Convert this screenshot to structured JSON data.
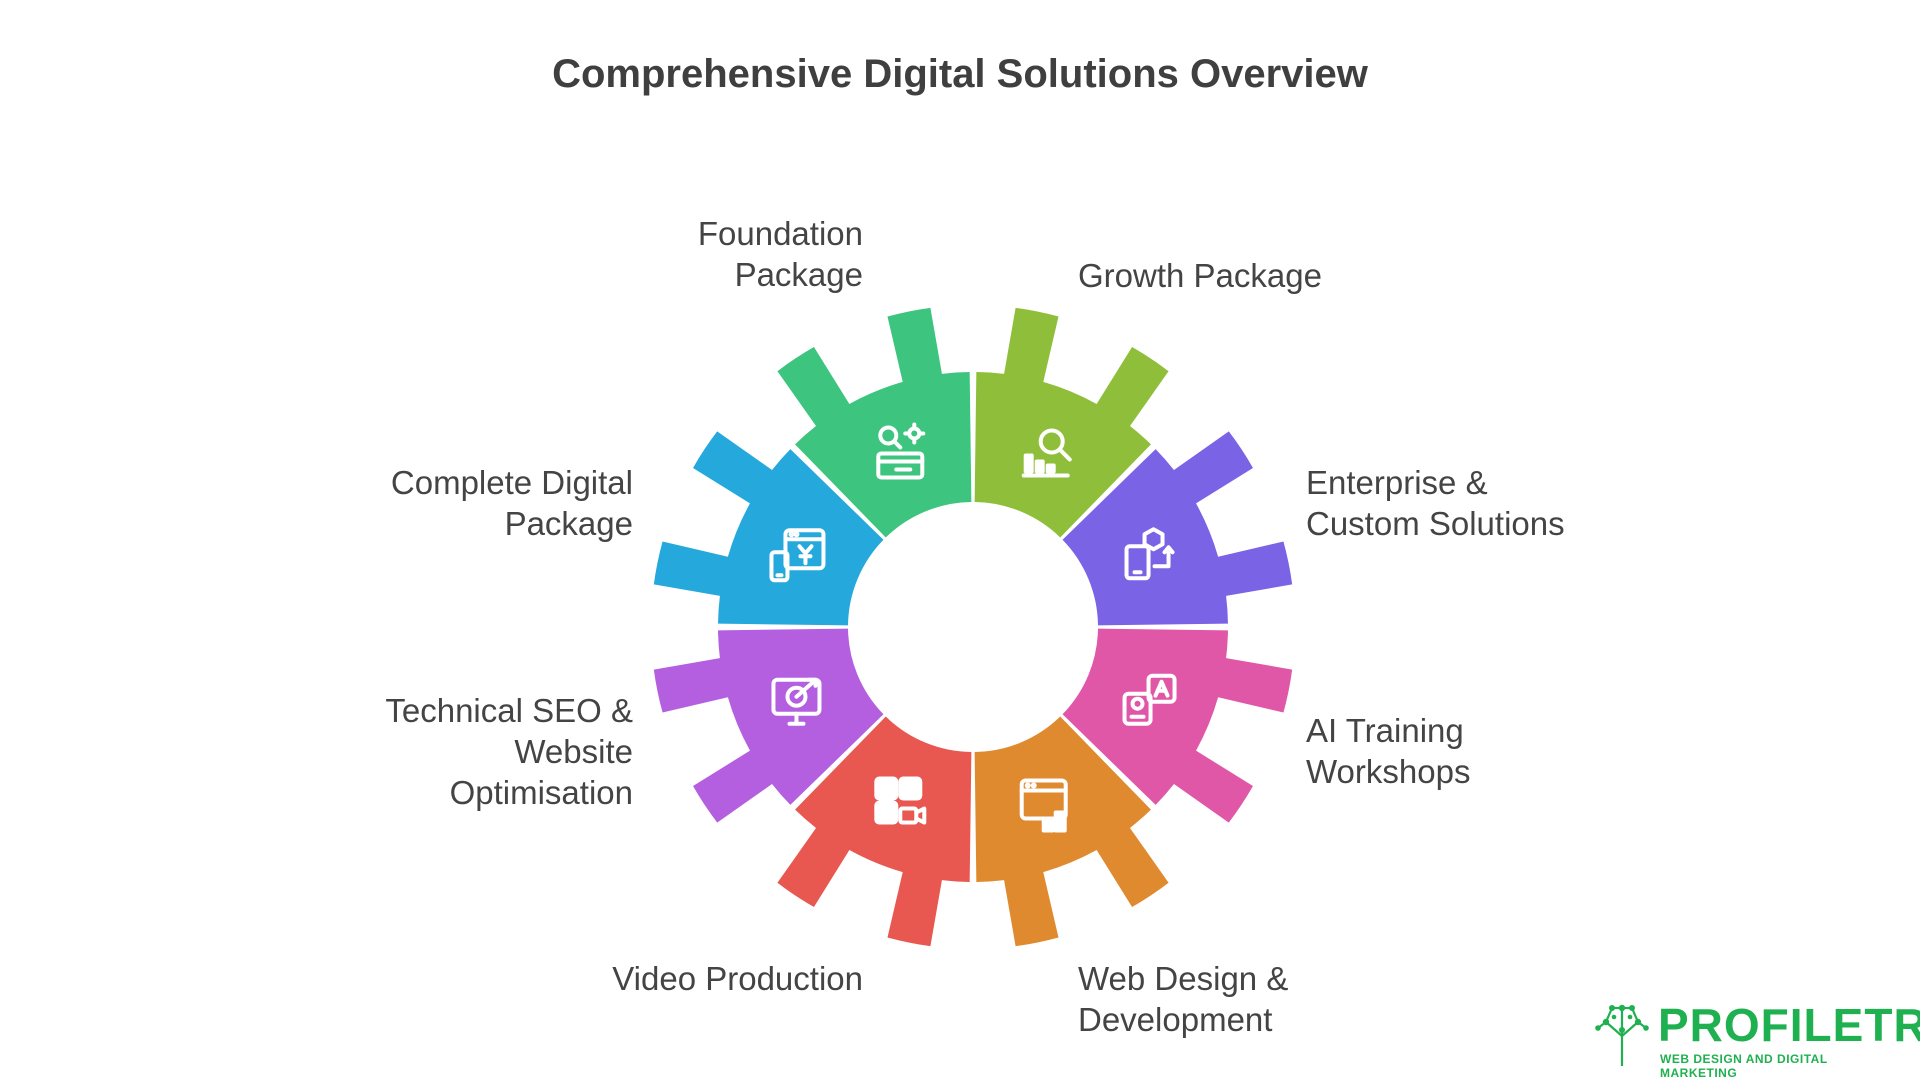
{
  "title": "Comprehensive Digital Solutions Overview",
  "segments": [
    {
      "id": "growth",
      "lines": [
        "Growth Package"
      ],
      "color": "#8fbf3a",
      "icon": "chart-magnifier-icon"
    },
    {
      "id": "enterprise",
      "lines": [
        "Enterprise &",
        "Custom Solutions"
      ],
      "color": "#7b63e6",
      "icon": "device-cube-sync-icon"
    },
    {
      "id": "ai",
      "lines": [
        "AI Training",
        "Workshops"
      ],
      "color": "#e057a8",
      "icon": "person-letter-a-icon"
    },
    {
      "id": "webdesign",
      "lines": [
        "Web Design &",
        "Development"
      ],
      "color": "#e08a30",
      "icon": "browser-blocks-icon"
    },
    {
      "id": "video",
      "lines": [
        "Video Production"
      ],
      "color": "#e85750",
      "icon": "grid-video-camera-icon"
    },
    {
      "id": "seo",
      "lines": [
        "Technical SEO &",
        "Website",
        "Optimisation"
      ],
      "color": "#b45fe0",
      "icon": "monitor-target-icon"
    },
    {
      "id": "complete",
      "lines": [
        "Complete Digital",
        "Package"
      ],
      "color": "#25a8dc",
      "icon": "devices-yen-icon"
    },
    {
      "id": "foundation",
      "lines": [
        "Foundation",
        "Package"
      ],
      "color": "#3dc47e",
      "icon": "search-gear-card-icon"
    }
  ],
  "logo": {
    "name": "PROFILETREE",
    "tagline": "WEB DESIGN AND DIGITAL MARKETING",
    "color": "#1fb050"
  }
}
